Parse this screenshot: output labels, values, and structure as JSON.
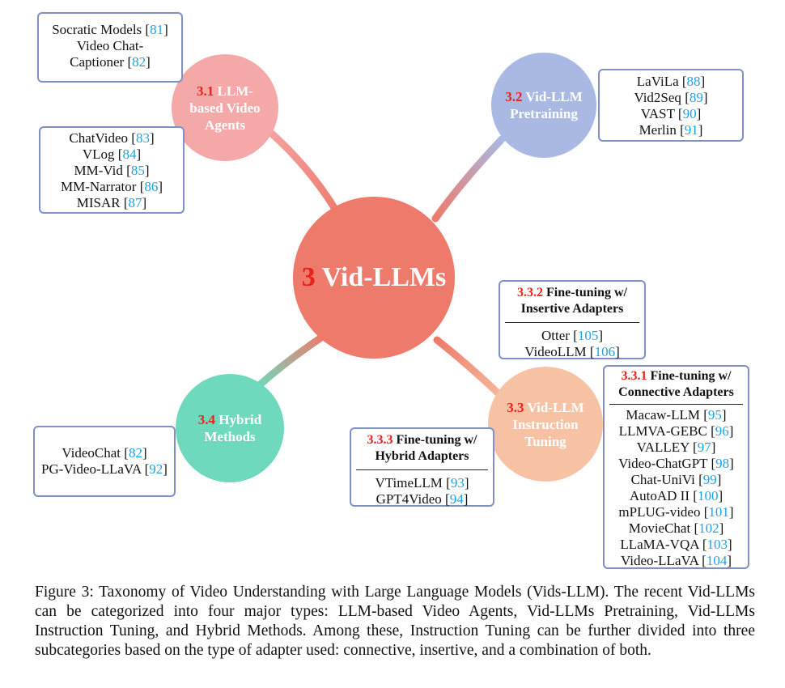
{
  "center": {
    "number": "3",
    "title": "Vid-LLMs"
  },
  "branches": {
    "agents": {
      "number": "3.1",
      "title": "LLM-based Video Agents",
      "color": "#f5a8a8"
    },
    "pretraining": {
      "number": "3.2",
      "title": "Vid-LLM Pretraining",
      "color": "#a9b9e3"
    },
    "instruction": {
      "number": "3.3",
      "title": "Vid-LLM Instruction Tuning",
      "color": "#f7c2a4"
    },
    "hybrid": {
      "number": "3.4",
      "title": "Hybrid Methods",
      "color": "#6fd9bd"
    }
  },
  "boxes": {
    "agents_a": {
      "items": [
        {
          "name": "Socratic Models",
          "ref": "81"
        },
        {
          "name": "Video Chat-",
          "ref": ""
        },
        {
          "name": "Captioner",
          "ref": "82"
        }
      ]
    },
    "agents_b": {
      "items": [
        {
          "name": "ChatVideo",
          "ref": "83"
        },
        {
          "name": "VLog",
          "ref": "84"
        },
        {
          "name": "MM-Vid",
          "ref": "85"
        },
        {
          "name": "MM-Narrator",
          "ref": "86"
        },
        {
          "name": "MISAR",
          "ref": "87"
        }
      ]
    },
    "pretraining": {
      "items": [
        {
          "name": "LaViLa",
          "ref": "88"
        },
        {
          "name": "Vid2Seq",
          "ref": "89"
        },
        {
          "name": "VAST",
          "ref": "90"
        },
        {
          "name": "Merlin",
          "ref": "91"
        }
      ]
    },
    "hybrid": {
      "items": [
        {
          "name": "VideoChat",
          "ref": "82"
        },
        {
          "name": "PG-Video-LLaVA",
          "ref": "92"
        }
      ]
    },
    "insertive": {
      "number": "3.3.2",
      "title_line1": "Fine-tuning w/",
      "title_line2": "Insertive Adapters",
      "items": [
        {
          "name": "Otter",
          "ref": "105"
        },
        {
          "name": "VideoLLM",
          "ref": "106"
        }
      ]
    },
    "connective": {
      "number": "3.3.1",
      "title_line1": "Fine-tuning w/",
      "title_line2": "Connective Adapters",
      "items": [
        {
          "name": "Macaw-LLM",
          "ref": "95"
        },
        {
          "name": "LLMVA-GEBC",
          "ref": "96"
        },
        {
          "name": "VALLEY",
          "ref": "97"
        },
        {
          "name": "Video-ChatGPT",
          "ref": "98"
        },
        {
          "name": "Chat-UniVi",
          "ref": "99"
        },
        {
          "name": "AutoAD II",
          "ref": "100"
        },
        {
          "name": "mPLUG-video",
          "ref": "101"
        },
        {
          "name": "MovieChat",
          "ref": "102"
        },
        {
          "name": "LLaMA-VQA",
          "ref": "103"
        },
        {
          "name": "Video-LLaVA",
          "ref": "104"
        }
      ]
    },
    "hybrid_adapters": {
      "number": "3.3.3",
      "title_line1": "Fine-tuning w/",
      "title_line2": "Hybrid Adapters",
      "items": [
        {
          "name": "VTimeLLM",
          "ref": "93"
        },
        {
          "name": "GPT4Video",
          "ref": "94"
        }
      ]
    }
  },
  "caption": "Figure 3: Taxonomy of Video Understanding with Large Language Models (Vids-LLM). The recent Vid-LLMs can be categorized into four major types: LLM-based Video Agents, Vid-LLMs Pretraining, Vid-LLMs Instruction Tuning, and Hybrid Methods. Among these, Instruction Tuning can be further divided into three subcategories based on the type of adapter used: connective, insertive, and a combination of both."
}
